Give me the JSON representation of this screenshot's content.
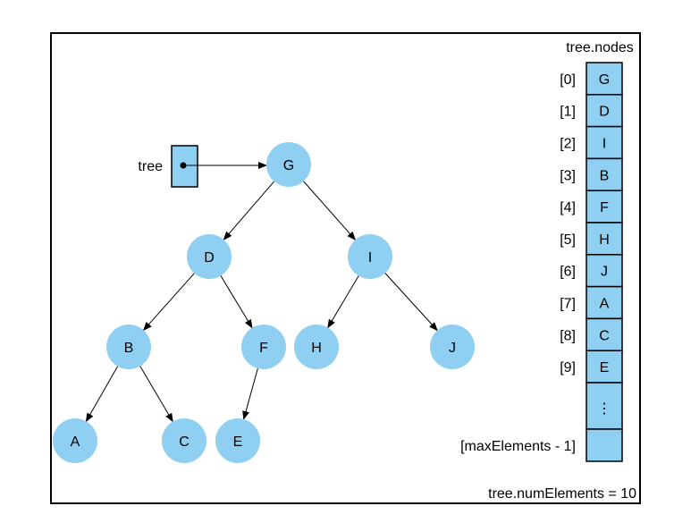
{
  "pointer": {
    "label": "tree"
  },
  "nodes": [
    {
      "id": "G",
      "label": "G"
    },
    {
      "id": "D",
      "label": "D"
    },
    {
      "id": "I",
      "label": "I"
    },
    {
      "id": "B",
      "label": "B"
    },
    {
      "id": "F",
      "label": "F"
    },
    {
      "id": "H",
      "label": "H"
    },
    {
      "id": "J",
      "label": "J"
    },
    {
      "id": "A",
      "label": "A"
    },
    {
      "id": "C",
      "label": "C"
    },
    {
      "id": "E",
      "label": "E"
    }
  ],
  "edges": [
    [
      "G",
      "D"
    ],
    [
      "G",
      "I"
    ],
    [
      "D",
      "B"
    ],
    [
      "D",
      "F"
    ],
    [
      "I",
      "H"
    ],
    [
      "I",
      "J"
    ],
    [
      "B",
      "A"
    ],
    [
      "B",
      "C"
    ],
    [
      "F",
      "E"
    ]
  ],
  "array": {
    "title": "tree.nodes",
    "indices": [
      "[0]",
      "[1]",
      "[2]",
      "[3]",
      "[4]",
      "[5]",
      "[6]",
      "[7]",
      "[8]",
      "[9]"
    ],
    "values": [
      "G",
      "D",
      "I",
      "B",
      "F",
      "H",
      "J",
      "A",
      "C",
      "E"
    ],
    "ellipsis": "⋮",
    "last_index": "[maxElements - 1]"
  },
  "num_elements": "tree.numElements = 10",
  "colors": {
    "node_fill": "#8ecff2",
    "cell_fill": "#8ecff2",
    "line": "#000000"
  }
}
